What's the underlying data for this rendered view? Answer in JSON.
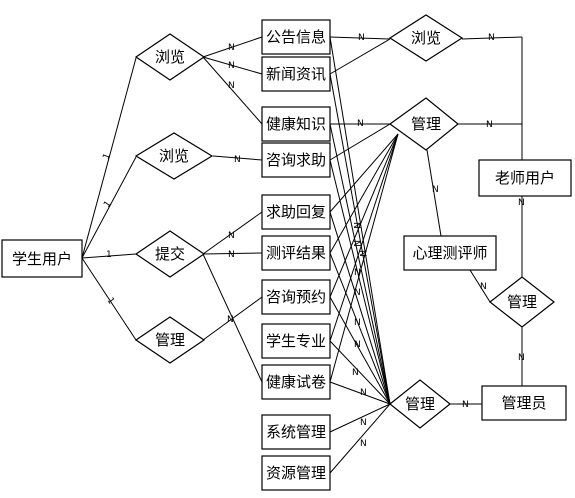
{
  "entities": {
    "student_user": "学生用户",
    "announcement": "公告信息",
    "news": "新闻资讯",
    "health_knowledge": "健康知识",
    "consult_help": "咨询求助",
    "help_reply": "求助回复",
    "test_result": "测评结果",
    "consult_booking": "咨询预约",
    "student_major": "学生专业",
    "health_exam": "健康试卷",
    "system_manage": "系统管理",
    "resource_manage": "资源管理",
    "teacher_user": "老师用户",
    "psych_tester": "心理测评师",
    "administrator": "管理员"
  },
  "relationships": {
    "student_browse_top": "浏览",
    "student_browse_mid": "浏览",
    "student_submit": "提交",
    "student_manage": "管理",
    "teacher_browse": "浏览",
    "teacher_manage": "管理",
    "tester_manage": "管理",
    "admin_manage": "管理"
  },
  "cardinality": {
    "one": "1",
    "many": "N"
  }
}
